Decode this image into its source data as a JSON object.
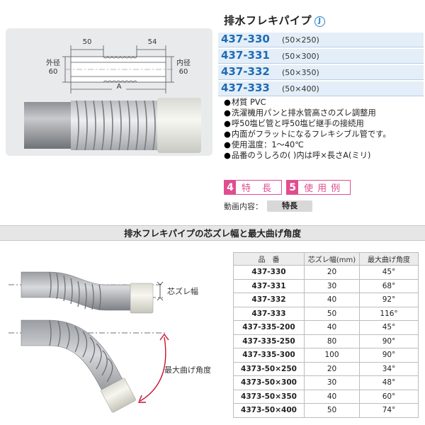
{
  "product": {
    "title": "排水フレキパイプ",
    "badge": "J",
    "codes": [
      {
        "code": "437-330",
        "size": "(50×250)"
      },
      {
        "code": "437-331",
        "size": "(50×300)"
      },
      {
        "code": "437-332",
        "size": "(50×350)"
      },
      {
        "code": "437-333",
        "size": "(50×400)"
      }
    ]
  },
  "diagram": {
    "dim_left": "50",
    "dim_right": "54",
    "outer_label": "外径",
    "outer_value": "60",
    "inner_label": "内径",
    "inner_value": "60",
    "length_label": "A"
  },
  "features": {
    "bullet": "●",
    "items": [
      "材質 PVC",
      "洗濯機用パンと排水管高さのズレ調整用",
      "呼50塩ビ管と呼50塩ビ継手の接続用",
      "内面がフラットになるフレキシブル管です。",
      "使用温度：1〜40℃",
      "品番のうしろの(  )内は呼×長さA(ミリ)"
    ]
  },
  "tags": [
    {
      "num": "4",
      "label": "特 長"
    },
    {
      "num": "5",
      "label": "使用例"
    }
  ],
  "video": {
    "label": "動画内容：",
    "button": "特長"
  },
  "section2": {
    "title": "排水フレキパイプの芯ズレ幅と最大曲げ角度"
  },
  "bend": {
    "offset_label": "芯ズレ幅",
    "angle_label": "最大曲げ角度"
  },
  "table": {
    "headers": [
      "品　番",
      "芯ズレ幅(mm)",
      "最大曲げ角度"
    ],
    "rows": [
      [
        "437-330",
        "20",
        "45°"
      ],
      [
        "437-331",
        "30",
        "68°"
      ],
      [
        "437-332",
        "40",
        "92°"
      ],
      [
        "437-333",
        "50",
        "116°"
      ],
      [
        "437-335-200",
        "40",
        "45°"
      ],
      [
        "437-335-250",
        "80",
        "90°"
      ],
      [
        "437-335-300",
        "100",
        "90°"
      ],
      [
        "4373-50×250",
        "20",
        "34°"
      ],
      [
        "4373-50×300",
        "30",
        "48°"
      ],
      [
        "4373-50×350",
        "40",
        "60°"
      ],
      [
        "4373-50×400",
        "50",
        "74°"
      ]
    ]
  }
}
